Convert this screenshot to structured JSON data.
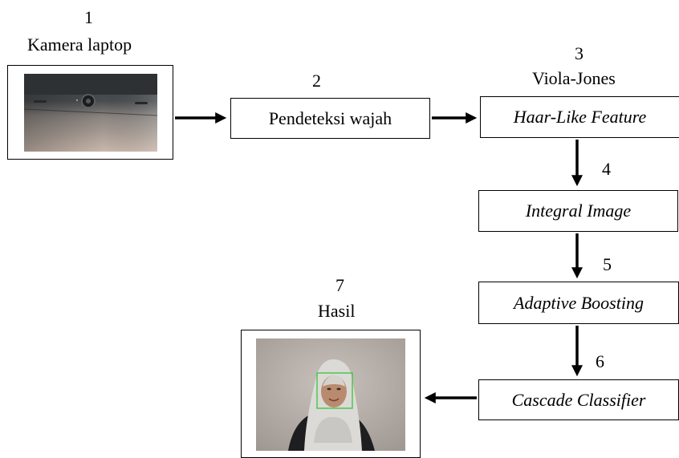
{
  "nodes": {
    "camera": {
      "num": "1",
      "label": "Kamera laptop"
    },
    "detector": {
      "num": "2",
      "label": "Pendeteksi wajah"
    },
    "viola": {
      "num": "3",
      "label": "Viola-Jones"
    },
    "haar": {
      "label": "Haar-Like Feature"
    },
    "integral": {
      "num": "4",
      "label": "Integral Image"
    },
    "adaboost": {
      "num": "5",
      "label": "Adaptive Boosting"
    },
    "cascade": {
      "num": "6",
      "label": "Cascade Classifier"
    },
    "result": {
      "num": "7",
      "label": "Hasil"
    }
  }
}
